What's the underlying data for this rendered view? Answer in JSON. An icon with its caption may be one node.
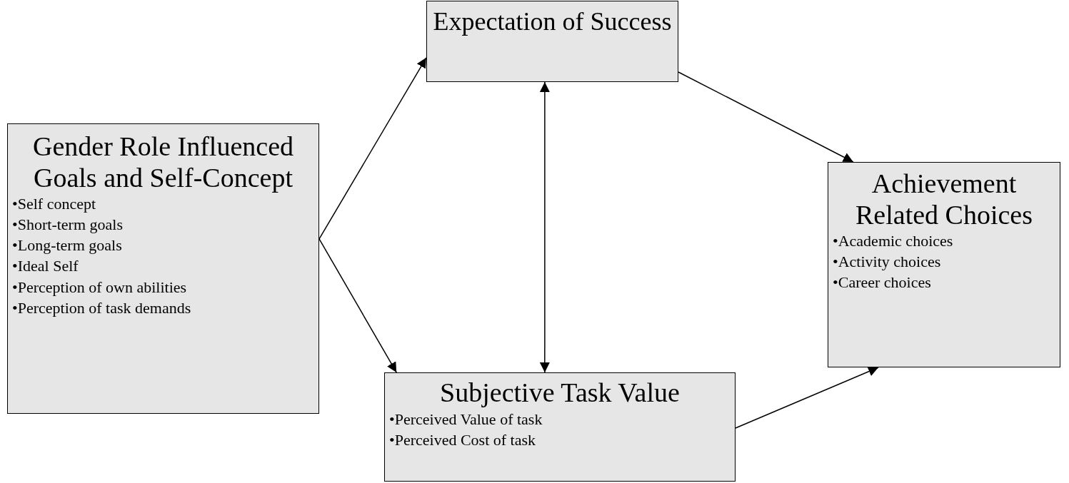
{
  "diagram": {
    "nodes": [
      {
        "text": [
          "Gender Role Influenced Goals and Self-Concept",
          "•Self concept",
          "•Short-term goals",
          "•Long-term goals",
          "•Ideal Self",
          "•Perception of own abilities",
          "•Perception of task demands"
        ]
      },
      {
        "text": [
          "Expectation of Success"
        ]
      },
      {
        "text": [
          "Subjective Task Value",
          "•Perceived Value of task",
          "•Perceived Cost of task"
        ]
      },
      {
        "text": [
          "Achievement Related Choices",
          "•Academic choices",
          "•Activity choices",
          "•Career choices"
        ]
      }
    ],
    "edges": [
      {
        "from": 0,
        "to": 1,
        "arrow": "to"
      },
      {
        "from": 0,
        "to": 2,
        "arrow": "to"
      },
      {
        "from": 1,
        "to": 2,
        "arrow": "both"
      },
      {
        "from": 1,
        "to": 3,
        "arrow": "to"
      },
      {
        "from": 2,
        "to": 3,
        "arrow": "to"
      }
    ]
  }
}
